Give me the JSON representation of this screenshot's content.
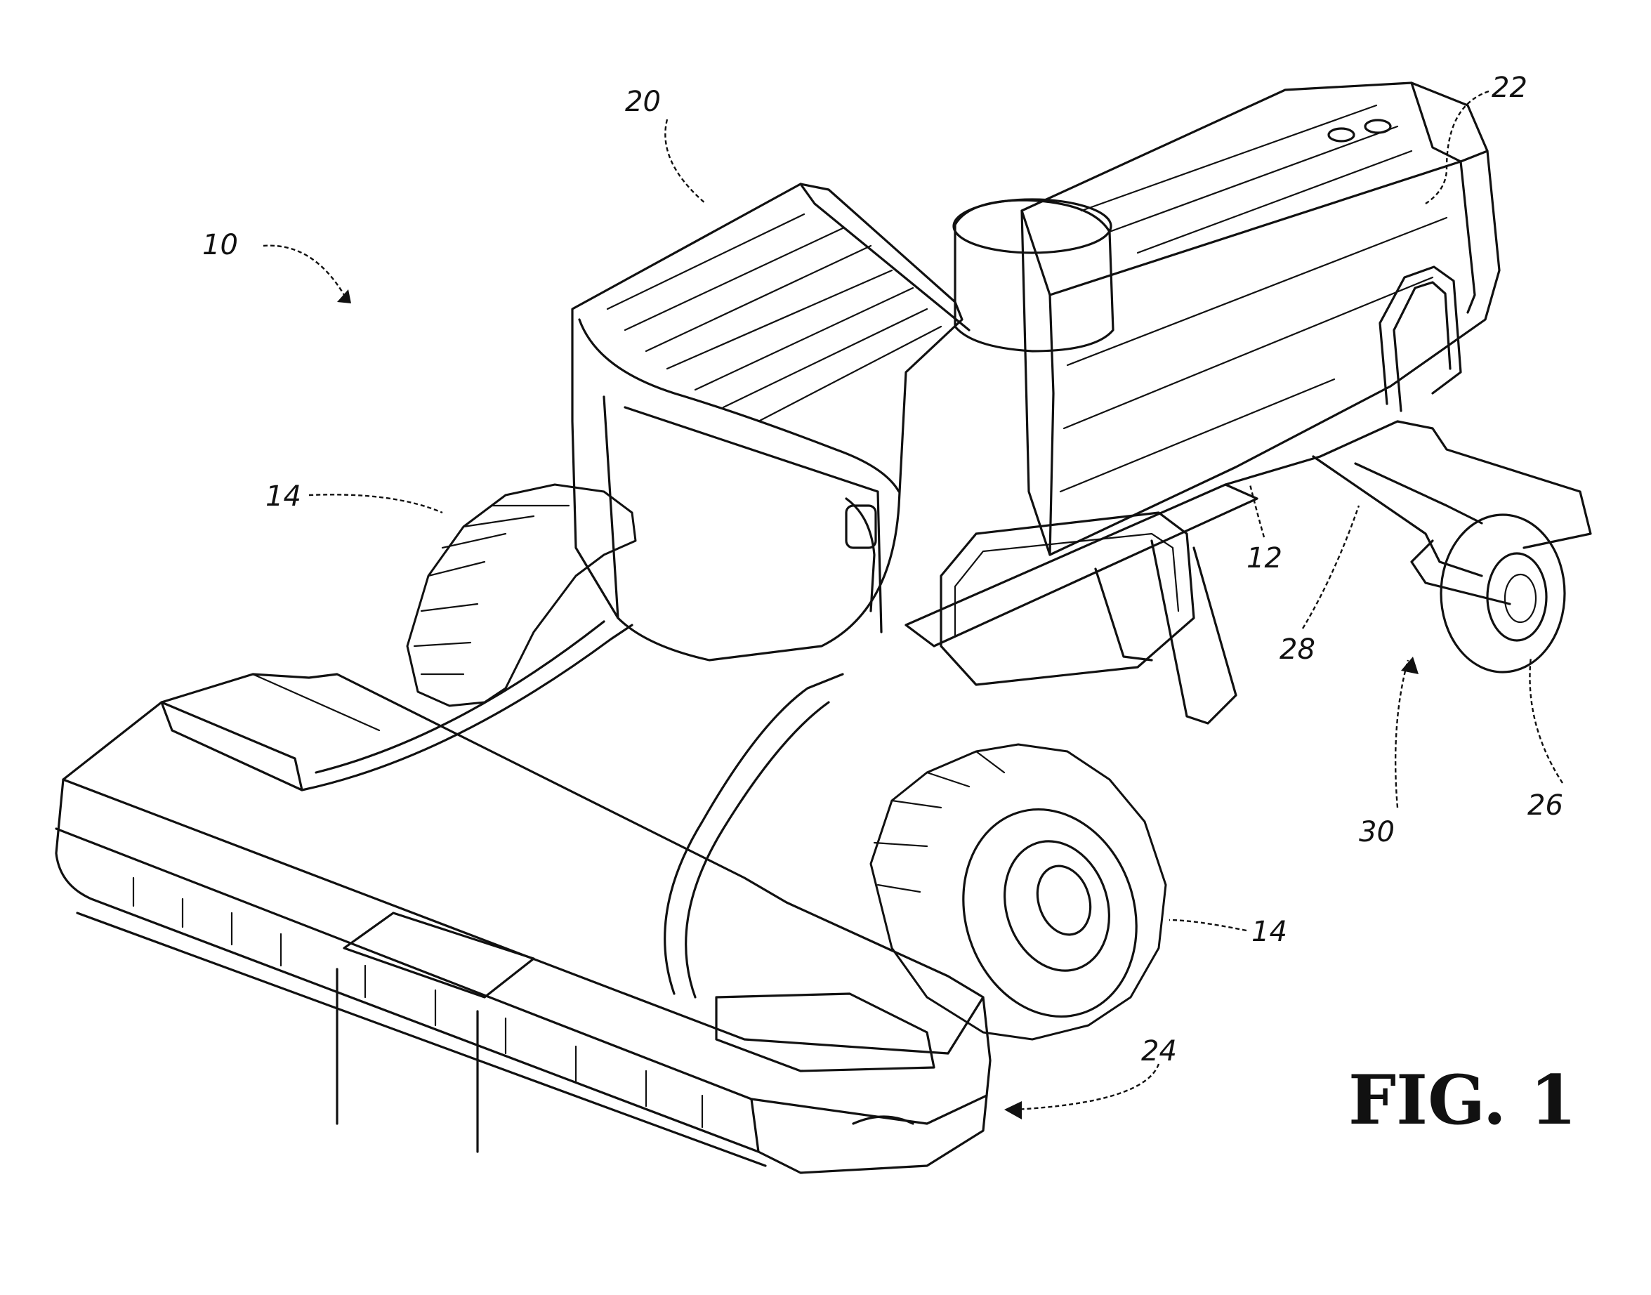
{
  "figure": {
    "caption": "FIG. 1"
  },
  "reference_numerals": {
    "machine": "10",
    "frame": "12",
    "drive_wheel_left": "14",
    "drive_wheel_right": "14",
    "cab": "20",
    "engine_housing": "22",
    "header": "24",
    "caster_wheel": "26",
    "caster_arm": "28",
    "rear_assembly": "30"
  },
  "colors": {
    "ink": "#111111",
    "paper": "#ffffff"
  }
}
